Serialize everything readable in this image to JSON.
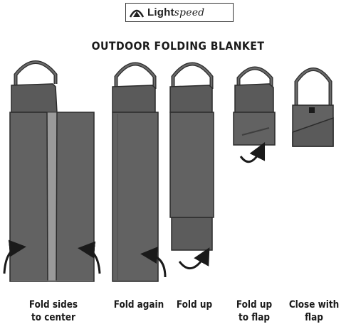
{
  "brand": {
    "name_part1": "Light",
    "name_part2": "speed",
    "logo_icon": "mountain-arc-icon"
  },
  "title": "OUTDOOR FOLDING BLANKET",
  "steps": [
    {
      "line1": "Fold sides",
      "line2": "to center"
    },
    {
      "line1": "Fold again",
      "line2": ""
    },
    {
      "line1": "Fold up",
      "line2": ""
    },
    {
      "line1": "Fold up",
      "line2": "to flap"
    },
    {
      "line1": "Close with",
      "line2": "flap"
    }
  ],
  "colors": {
    "blanket": "#626262",
    "blanket_dark": "#4f4f4f",
    "center_strip": "#9a9a9a",
    "outline": "#2b2b2b",
    "arrow": "#1a1a1a"
  }
}
